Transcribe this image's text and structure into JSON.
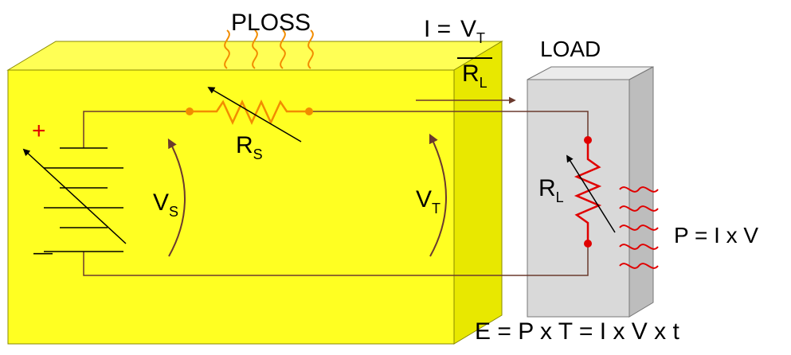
{
  "labels": {
    "ploss": "PLOSS",
    "current_lhs": "I = ",
    "vt_num_main": "V",
    "vt_num_sub": "T",
    "rl_den_main": "R",
    "rl_den_sub": "L",
    "load": "LOAD",
    "rs_main": "R",
    "rs_sub": "S",
    "vs_main": "V",
    "vs_sub": "S",
    "vt_main": "V",
    "vt_sub": "T",
    "rl_main": "R",
    "rl_sub": "L",
    "power": "P = I x V",
    "energy": "E = P x T  = I x V x t",
    "plus": "+",
    "minus": "—"
  },
  "colors": {
    "source_box_front": "#ffff22",
    "source_box_top": "#ffff55",
    "source_box_side": "#e8e800",
    "load_box_front": "#d9d9d9",
    "load_box_side": "#bdbdbd",
    "wire": "#6b3a2e",
    "resistor_rs": "#f28c00",
    "resistor_rl": "#e00000",
    "heat_ploss": "#f28c00",
    "heat_load": "#e00000",
    "plus_sign": "#e00000"
  }
}
